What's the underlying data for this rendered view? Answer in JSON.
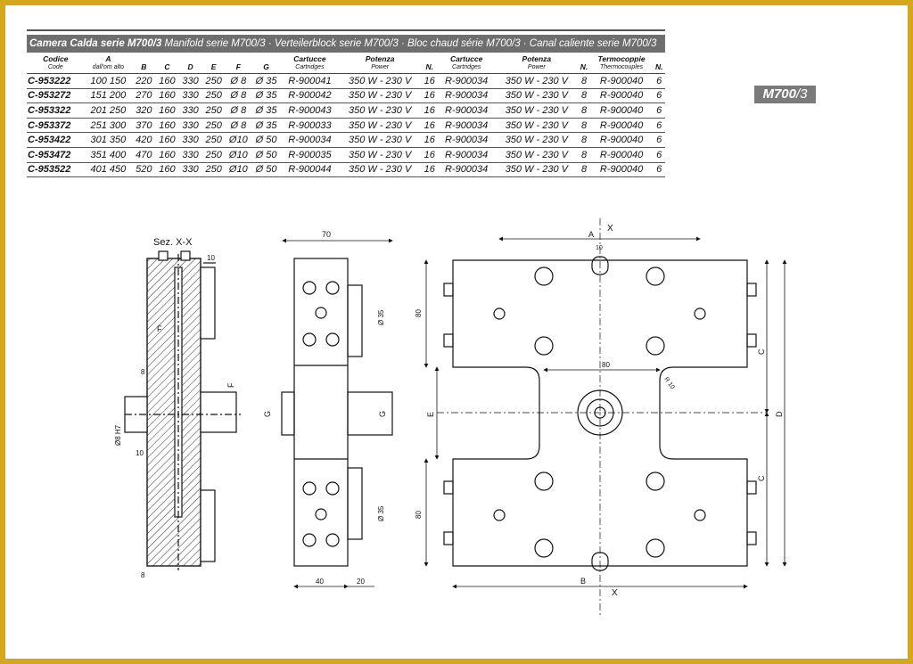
{
  "header": {
    "title_bold": "Camera Calda serie M700/3",
    "title_rest": "Manifold serie M700/3 · Verteilerblock serie M700/3 · Bloc chaud série M700/3 · Canal caliente serie M700/3"
  },
  "table": {
    "columns": [
      {
        "label": "Codice",
        "sub": "Code"
      },
      {
        "label": "A",
        "sub": "dall'om alto"
      },
      {
        "label": "B",
        "sub": ""
      },
      {
        "label": "C",
        "sub": ""
      },
      {
        "label": "D",
        "sub": ""
      },
      {
        "label": "E",
        "sub": ""
      },
      {
        "label": "F",
        "sub": ""
      },
      {
        "label": "G",
        "sub": ""
      },
      {
        "label": "Cartucce",
        "sub": "Cartridges"
      },
      {
        "label": "Potenza",
        "sub": "Power"
      },
      {
        "label": "N.",
        "sub": ""
      },
      {
        "label": "Cartucce",
        "sub": "Cartridges"
      },
      {
        "label": "Potenza",
        "sub": "Power"
      },
      {
        "label": "N.",
        "sub": ""
      },
      {
        "label": "Termocoppie",
        "sub": "Thermocouples"
      },
      {
        "label": "N.",
        "sub": ""
      }
    ],
    "rows": [
      [
        "C-953222",
        "100 150",
        "220",
        "160",
        "330",
        "250",
        "Ø 8",
        "Ø 35",
        "R-900041",
        "350 W - 230 V",
        "16",
        "R-900034",
        "350 W - 230 V",
        "8",
        "R-900040",
        "6"
      ],
      [
        "C-953272",
        "151 200",
        "270",
        "160",
        "330",
        "250",
        "Ø 8",
        "Ø 35",
        "R-900042",
        "350 W - 230 V",
        "16",
        "R-900034",
        "350 W - 230 V",
        "8",
        "R-900040",
        "6"
      ],
      [
        "C-953322",
        "201 250",
        "320",
        "160",
        "330",
        "250",
        "Ø 8",
        "Ø 35",
        "R-900043",
        "350 W - 230 V",
        "16",
        "R-900034",
        "350 W - 230 V",
        "8",
        "R-900040",
        "6"
      ],
      [
        "C-953372",
        "251 300",
        "370",
        "160",
        "330",
        "250",
        "Ø 8",
        "Ø 35",
        "R-900033",
        "350 W - 230 V",
        "16",
        "R-900034",
        "350 W - 230 V",
        "8",
        "R-900040",
        "6"
      ],
      [
        "C-953422",
        "301 350",
        "420",
        "160",
        "330",
        "250",
        "Ø10",
        "Ø 50",
        "R-900034",
        "350 W - 230 V",
        "16",
        "R-900034",
        "350 W - 230 V",
        "8",
        "R-900040",
        "6"
      ],
      [
        "C-953472",
        "351 400",
        "470",
        "160",
        "330",
        "250",
        "Ø10",
        "Ø 50",
        "R-900035",
        "350 W - 230 V",
        "16",
        "R-900034",
        "350 W - 230 V",
        "8",
        "R-900040",
        "6"
      ],
      [
        "C-953522",
        "401 450",
        "520",
        "160",
        "330",
        "250",
        "Ø10",
        "Ø 50",
        "R-900044",
        "350 W - 230 V",
        "16",
        "R-900034",
        "350 W - 230 V",
        "8",
        "R-900040",
        "6"
      ]
    ]
  },
  "badge": {
    "bold": "M700",
    "rest": "/3"
  },
  "drawing": {
    "section_title": "Sez. X-X",
    "dim_10a": "10",
    "dim_f_left": "F",
    "dim_8a": "8",
    "dim_f_right": "F",
    "dim_8h7": "Ø8 H7",
    "dim_10b": "10",
    "dim_8b": "8",
    "dim_70": "70",
    "dim_d35a": "Ø 35",
    "dim_g_left": "G",
    "dim_g_right": "G",
    "dim_d35b": "Ø 35",
    "dim_40": "40",
    "dim_20": "20",
    "x_top": "X",
    "a_label": "A",
    "dim_10c": "10",
    "dim_80_left_top": "80",
    "dim_80_mid": "80",
    "r10": "R 10",
    "e_label": "E",
    "dim_80_left_bottom": "80",
    "c_top": "C",
    "d_label": "D",
    "c_bottom": "C",
    "b_label": "B",
    "x_bottom": "X"
  },
  "colors": {
    "frame": "#d6a71c",
    "header_band": "#6e6e6e",
    "badge": "#7a7a7a"
  }
}
